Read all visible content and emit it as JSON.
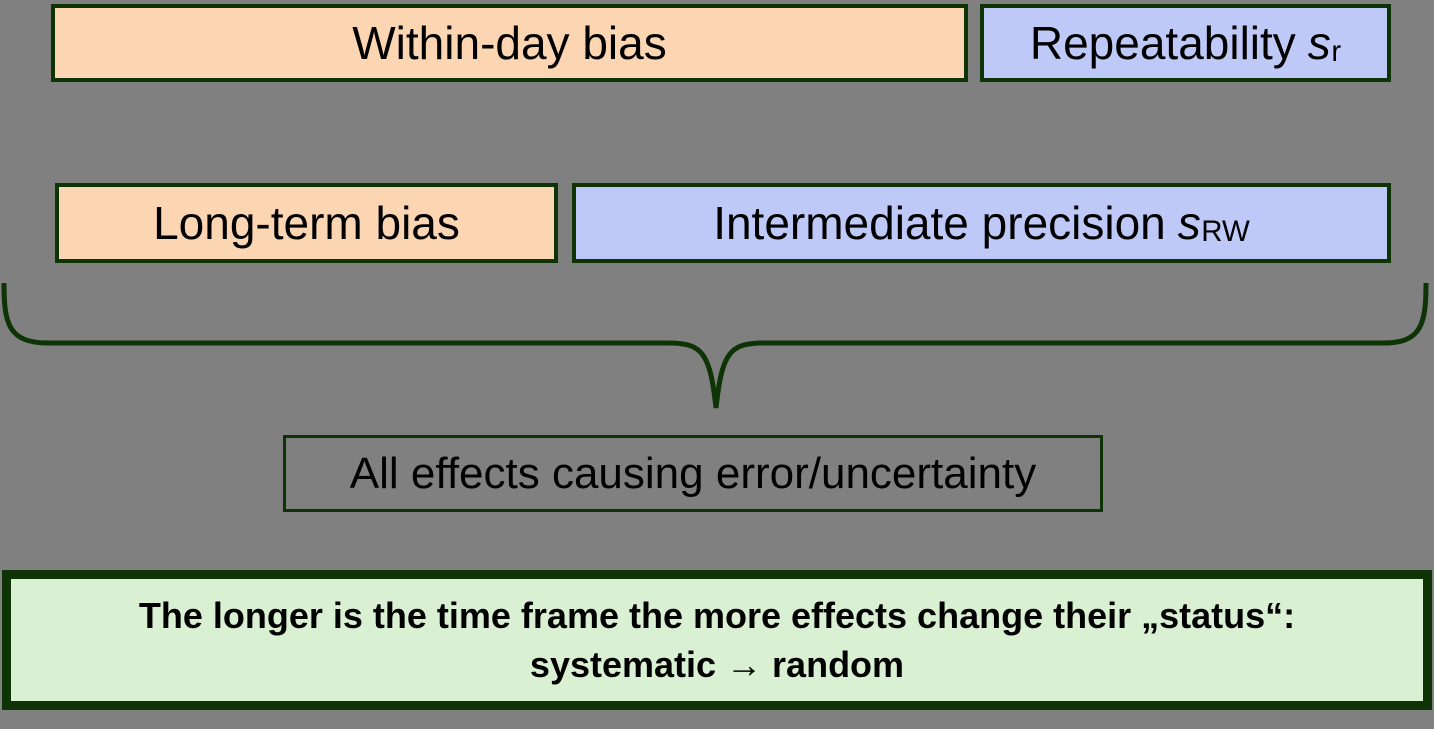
{
  "colors": {
    "background": "#808080",
    "orange_fill": "#FCD5B2",
    "blue_fill": "#BEC9F8",
    "green_fill": "#D9F1D2",
    "border_dark_green": "#0E3406",
    "text": "#000000"
  },
  "boxes": {
    "within_day_bias": {
      "label": "Within-day bias"
    },
    "repeatability": {
      "text": "Repeatability",
      "symbol": "s",
      "subscript": "r"
    },
    "long_term_bias": {
      "label": "Long-term bias"
    },
    "intermediate_precision": {
      "text": "Intermediate precision",
      "symbol": "s",
      "subscript": "RW"
    },
    "all_effects": {
      "label": "All effects causing error/uncertainty"
    }
  },
  "note": {
    "line1": "The longer is the time frame the more effects change their „status“:",
    "line2": "systematic → random"
  }
}
